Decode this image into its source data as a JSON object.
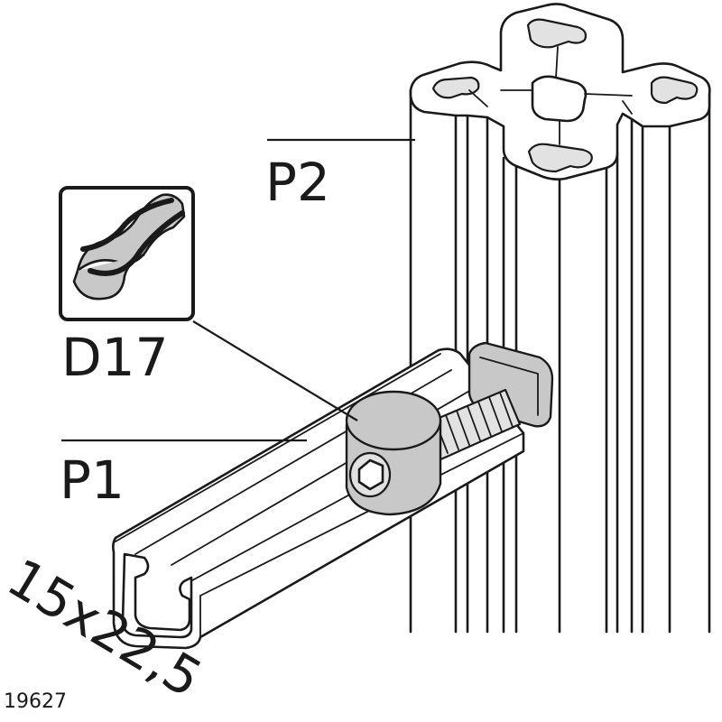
{
  "labels": {
    "profile_2": "P2",
    "profile_1": "P1",
    "tool": "D17",
    "dimension": "15x22,5",
    "figure_number": "19627"
  },
  "colors": {
    "line": "#1a1a1a",
    "part_fill": "#c8c8c8",
    "part_light": "#e2e2e2",
    "background": "#ffffff"
  },
  "icons": {
    "tool_icon": "drill-bit-icon"
  }
}
